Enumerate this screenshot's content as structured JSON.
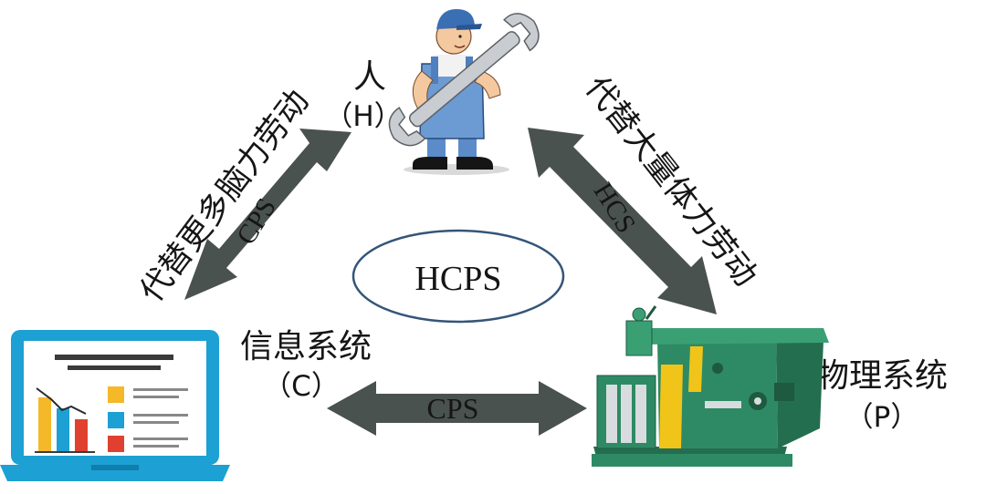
{
  "nodes": {
    "human": {
      "name": "人",
      "code": "（H）"
    },
    "cyber": {
      "name": "信息系统",
      "code": "（C）"
    },
    "physical": {
      "name": "物理系统",
      "code": "（P）"
    },
    "center": {
      "label": "HCPS"
    }
  },
  "edges": {
    "left": {
      "label": "CPS",
      "caption": "代替更多脑力劳动"
    },
    "right": {
      "label": "HCS",
      "caption": "代替大量体力劳动"
    },
    "bottom": {
      "label": "CPS"
    }
  },
  "colors": {
    "arrow": "#4a5250",
    "arrow_label": "#2a2a2a",
    "laptop_frame": "#1da0d3",
    "machine_body": "#2e8a64",
    "worker_overalls": "#6c9bd4",
    "ellipse_stroke": "#345578"
  }
}
